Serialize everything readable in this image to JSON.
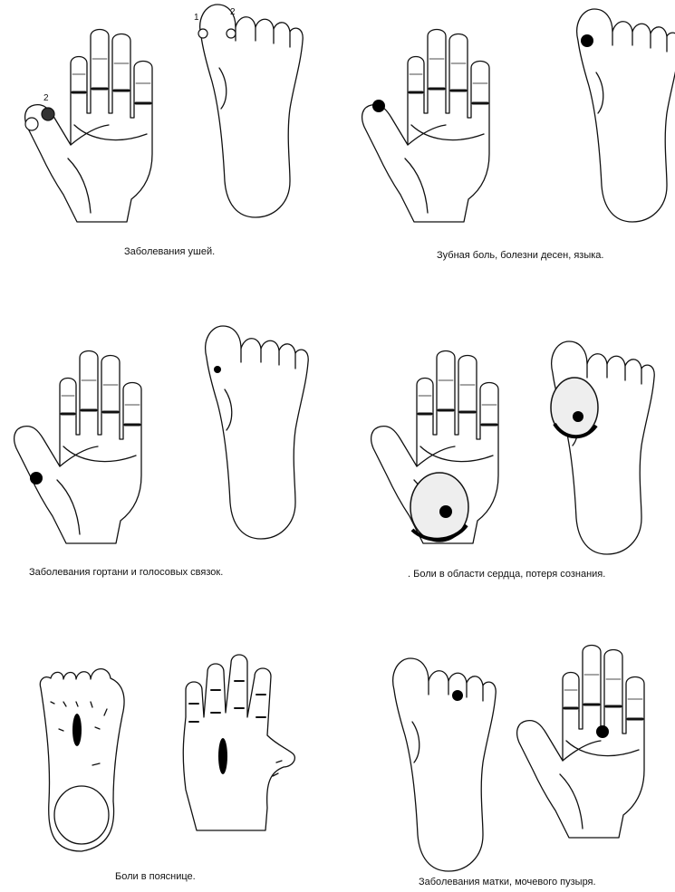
{
  "captions": {
    "ears": "Заболевания ушей.",
    "teeth": "Зубная боль, болезни десен, языка.",
    "larynx": "Заболевания гортани и голосовых связок.",
    "heart": ". Боли в области сердца, потеря сознания.",
    "lowback": "Боли в пояснице.",
    "uterus": "Заболевания матки, мочевого пузыря."
  },
  "markers": {
    "ears_hand_1": "2",
    "ears_foot_1": "1",
    "ears_foot_2": "2"
  },
  "colors": {
    "line": "#111111",
    "point": "#000000"
  }
}
